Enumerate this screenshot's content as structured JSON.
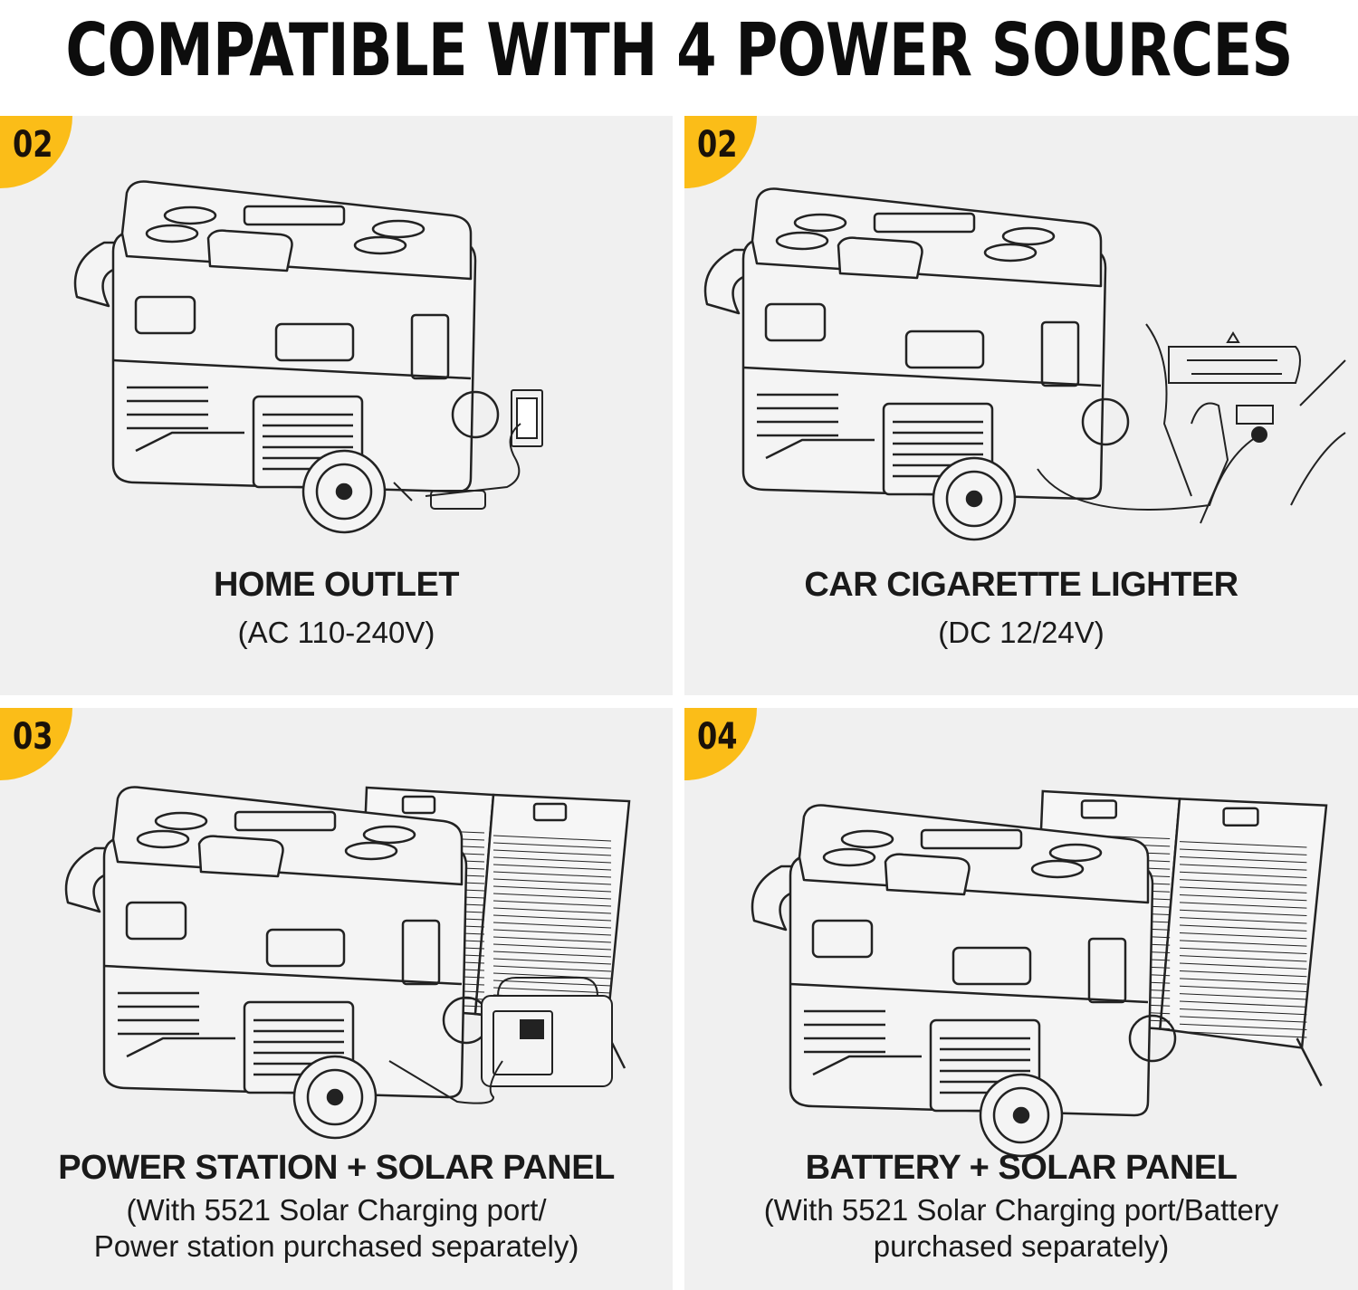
{
  "title": "COMPATIBLE WITH 4 POWER SOURCES",
  "colors": {
    "badge": "#fbbd18",
    "panel_bg": "#f0f0f0",
    "text": "#1a1a1a"
  },
  "panels": [
    {
      "badge": "02",
      "heading": "HOME OUTLET",
      "sub": [
        "(AC 110-240V)"
      ],
      "illustration": "cooler-with-wall-outlet"
    },
    {
      "badge": "02",
      "heading": "CAR CIGARETTE LIGHTER",
      "sub": [
        "(DC 12/24V)"
      ],
      "illustration": "cooler-with-car-dashboard"
    },
    {
      "badge": "03",
      "heading": "POWER STATION + SOLAR PANEL",
      "sub": [
        "(With 5521 Solar Charging port/",
        "Power station purchased separately)"
      ],
      "illustration": "cooler-with-power-station-and-solar-panel"
    },
    {
      "badge": "04",
      "heading": "BATTERY + SOLAR PANEL",
      "sub": [
        "(With 5521 Solar Charging port/Battery",
        "purchased separately)"
      ],
      "illustration": "cooler-with-solar-panel"
    }
  ]
}
